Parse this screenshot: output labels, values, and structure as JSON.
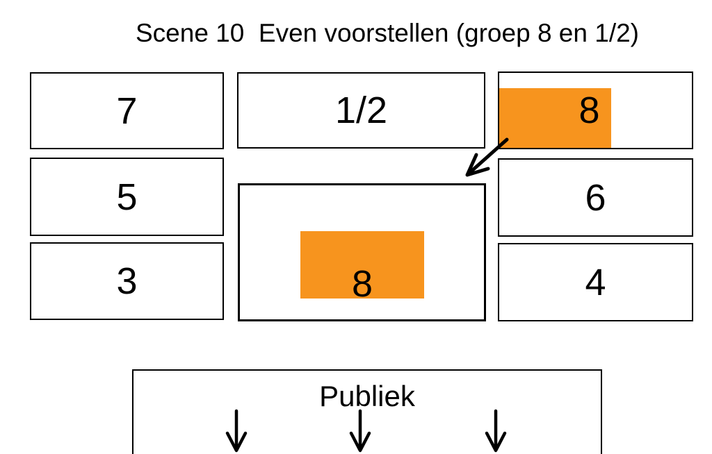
{
  "title": "Scene 10  Even voorstellen (groep 8 en 1/2)",
  "colors": {
    "highlight": "#F7941E",
    "line": "#000000",
    "background": "#FFFFFF"
  },
  "stage_plan": {
    "groups": {
      "g7": {
        "label": "7"
      },
      "g12": {
        "label": "1/2"
      },
      "g8": {
        "label": "8",
        "highlighted": true
      },
      "g5": {
        "label": "5"
      },
      "g6": {
        "label": "6"
      },
      "g3": {
        "label": "3"
      },
      "g4": {
        "label": "4"
      }
    },
    "center_stage": {
      "label": "8",
      "highlighted": true
    }
  },
  "audience": {
    "label": "Publiek",
    "arrow_count": 3
  }
}
